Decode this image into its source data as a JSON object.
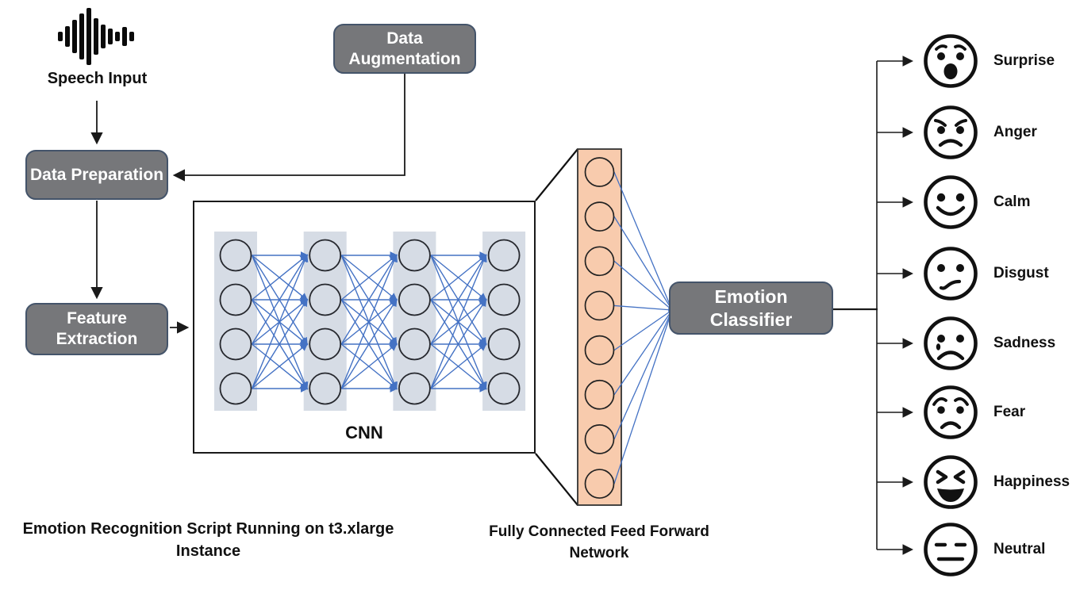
{
  "pipeline": {
    "speech_input": {
      "label": "Speech Input",
      "icon": "audio-waveform-icon"
    },
    "data_augmentation": {
      "label": "Data Augmentation"
    },
    "data_preparation": {
      "label": "Data Preparation"
    },
    "feature_extraction": {
      "label": "Feature Extraction"
    },
    "cnn": {
      "label": "CNN",
      "layers": 4,
      "nodes_per_layer": 4
    },
    "ffn": {
      "label": "Fully Connected Feed Forward Network",
      "nodes": 8
    },
    "emotion_classifier": {
      "label": "Emotion Classifier"
    }
  },
  "caption": "Emotion Recognition Script Running on t3.xlarge Instance",
  "emotions": [
    {
      "label": "Surprise",
      "icon": "surprise-face-icon"
    },
    {
      "label": "Anger",
      "icon": "anger-face-icon"
    },
    {
      "label": "Calm",
      "icon": "calm-face-icon"
    },
    {
      "label": "Disgust",
      "icon": "disgust-face-icon"
    },
    {
      "label": "Sadness",
      "icon": "sadness-face-icon"
    },
    {
      "label": "Fear",
      "icon": "fear-face-icon"
    },
    {
      "label": "Happiness",
      "icon": "happiness-face-icon"
    },
    {
      "label": "Neutral",
      "icon": "neutral-face-icon"
    }
  ],
  "colors": {
    "process_box_fill": "#76777A",
    "process_box_border": "#44546A",
    "process_box_text": "#FFFFFF",
    "cnn_layer_fill": "#D6DCE5",
    "connection_blue": "#4472C4",
    "ffn_fill": "#F8CBAD",
    "line_black": "#1A1A1A"
  }
}
